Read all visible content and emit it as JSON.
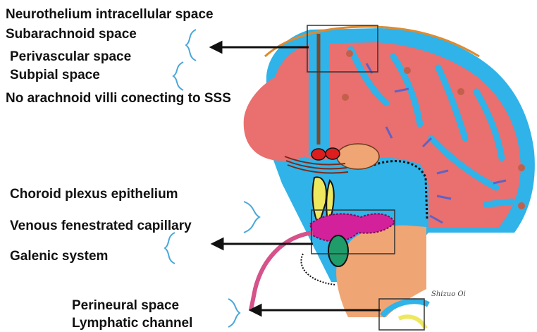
{
  "labels": {
    "neurothelium": "Neurothelium intracellular space",
    "subarachnoid": "Subarachnoid space",
    "perivascular": "Perivascular space",
    "subpial": "Subpial space",
    "arachnoid_villi": "No arachnoid villi conecting to SSS",
    "choroid_plexus": "Choroid plexus epithelium",
    "venous_capillary": "Venous fenestrated capillary",
    "galenic": "Galenic system",
    "perineural": "Perineural space",
    "lymphatic": "Lymphatic channel"
  },
  "signature": "Shizuo Oi",
  "colors": {
    "csf_space": "#2fb3e8",
    "brain_tissue": "#ea6f6f",
    "brainstem": "#f0a574",
    "choroid": "#d3219b",
    "yellow_structure": "#eee85f",
    "green_structure": "#1f9c6a",
    "red_vessel": "#dd1e1e",
    "arrow_flow": "#5f62c4",
    "dural_line": "#e08a2e"
  }
}
